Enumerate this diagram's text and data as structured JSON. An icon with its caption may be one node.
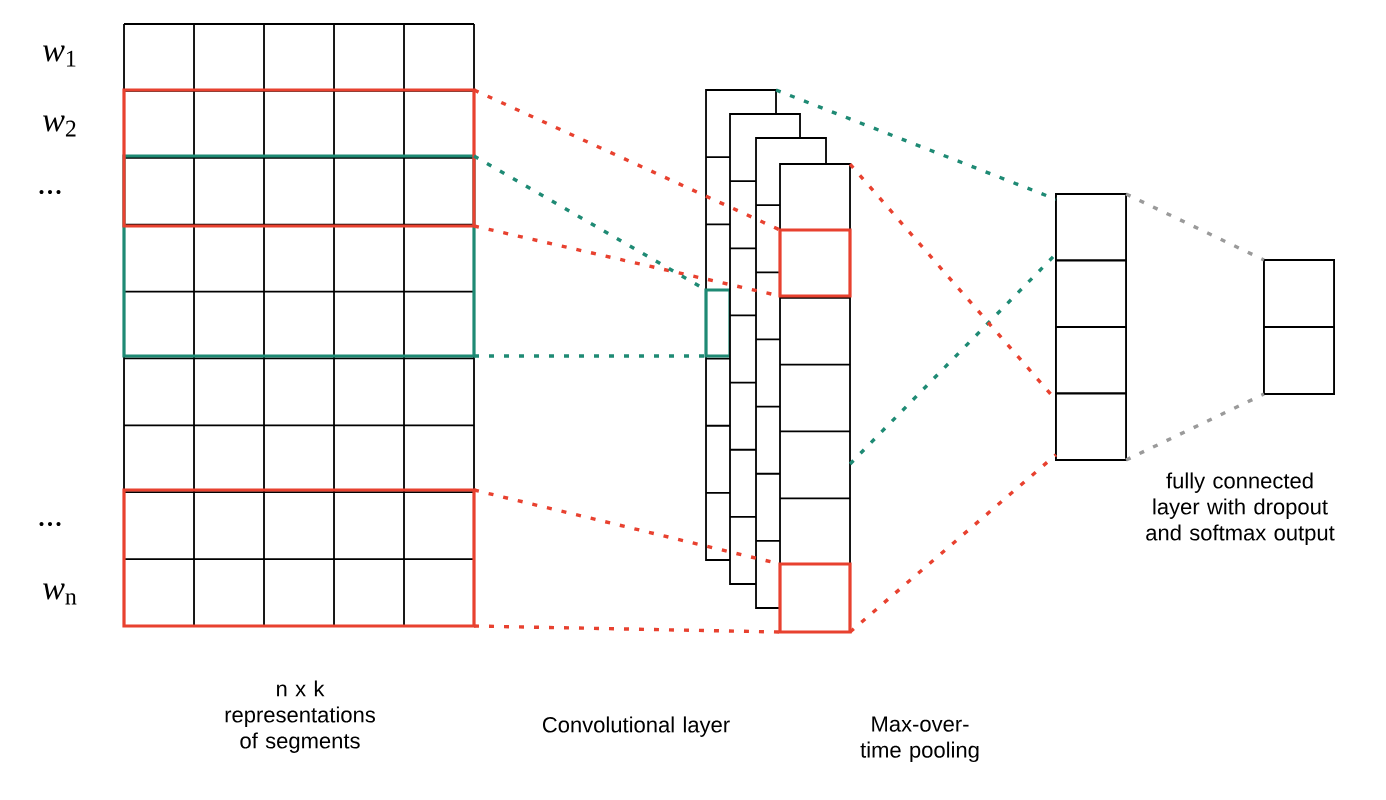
{
  "diagram": {
    "nodes": [
      {
        "text": [],
        "shape": "box"
      },
      {
        "text": [],
        "shape": "box"
      },
      {
        "text": [],
        "shape": "box"
      },
      {
        "text": [],
        "shape": "box"
      },
      {
        "text": [],
        "shape": "box"
      },
      {
        "text": [],
        "shape": "box",
        "in": 3
      },
      {
        "text": [],
        "shape": "box",
        "in": 4
      },
      {
        "text": [],
        "shape": "box",
        "in": 4
      },
      {
        "text": [],
        "shape": "box"
      },
      {
        "text": [],
        "shape": "box",
        "in": 8
      },
      {
        "text": [],
        "shape": "box",
        "in": 8
      },
      {
        "text": [],
        "shape": "box",
        "in": 8
      },
      {
        "text": [],
        "shape": "box",
        "in": 8
      },
      {
        "text": [],
        "shape": "box"
      },
      {
        "text": [],
        "shape": "box",
        "in": 13
      },
      {
        "text": [],
        "shape": "box",
        "in": 13
      }
    ],
    "edges": [
      {
        "from": 0,
        "to": 6,
        "arrow": "none",
        "style": "dashed",
        "color": "#e8412f"
      },
      {
        "from": 0,
        "to": 6,
        "arrow": "none",
        "style": "dashed",
        "color": "#e8412f"
      },
      {
        "from": 1,
        "to": 5,
        "arrow": "none",
        "style": "dashed",
        "color": "#1e8a74"
      },
      {
        "from": 1,
        "to": 5,
        "arrow": "none",
        "style": "dashed",
        "color": "#1e8a74"
      },
      {
        "from": 2,
        "to": 7,
        "arrow": "none",
        "style": "dashed",
        "color": "#e8412f"
      },
      {
        "from": 2,
        "to": 7,
        "arrow": "none",
        "style": "dashed",
        "color": "#e8412f"
      },
      {
        "from": 3,
        "to": 9,
        "arrow": "none",
        "style": "dashed",
        "color": "#1e8a74"
      },
      {
        "from": 4,
        "to": 9,
        "arrow": "none",
        "style": "dashed",
        "color": "#1e8a74"
      },
      {
        "from": 4,
        "to": 12,
        "arrow": "none",
        "style": "dashed",
        "color": "#e8412f"
      },
      {
        "from": 4,
        "to": 12,
        "arrow": "none",
        "style": "dashed",
        "color": "#e8412f"
      },
      {
        "from": 9,
        "to": 14,
        "arrow": "none",
        "style": "dashed",
        "color": "#9a9a9a"
      },
      {
        "from": 12,
        "to": 15,
        "arrow": "none",
        "style": "dashed",
        "color": "#9a9a9a"
      }
    ],
    "labels": [
      "*w*$_{1}$",
      "*w*$_{2}$",
      "...",
      "...",
      "*w*$_{n}$",
      "n x k representations of segments",
      "Convolutional layer",
      "Max-over-time pooling",
      "fully connected layer with dropout and softmax output"
    ]
  }
}
